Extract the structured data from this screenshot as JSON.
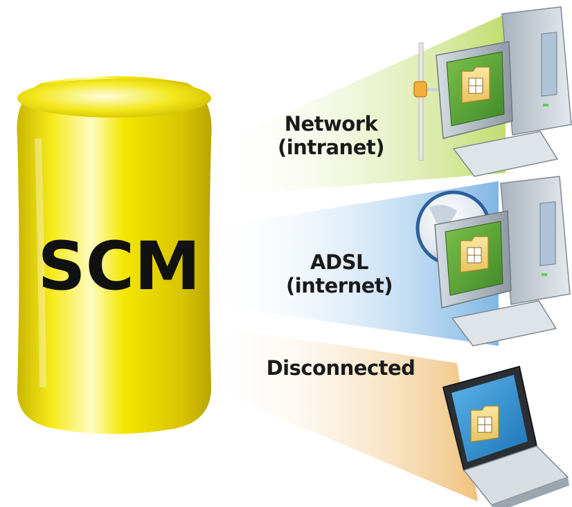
{
  "central": {
    "label": "SCM",
    "color": "#f2e600"
  },
  "connections": [
    {
      "id": "network",
      "line1": "Network",
      "line2": "(intranet)",
      "beam_color": "#c8e07a",
      "device": "desktop-computer"
    },
    {
      "id": "adsl",
      "line1": "ADSL",
      "line2": "(internet)",
      "beam_color": "#8fc0e6",
      "device": "desktop-computer"
    },
    {
      "id": "disconnected",
      "line1": "Disconnected",
      "line2": "",
      "beam_color": "#f2c98a",
      "device": "laptop-computer"
    }
  ],
  "icons": [
    "network-hub-icon",
    "globe-icon",
    "folder-icon"
  ]
}
